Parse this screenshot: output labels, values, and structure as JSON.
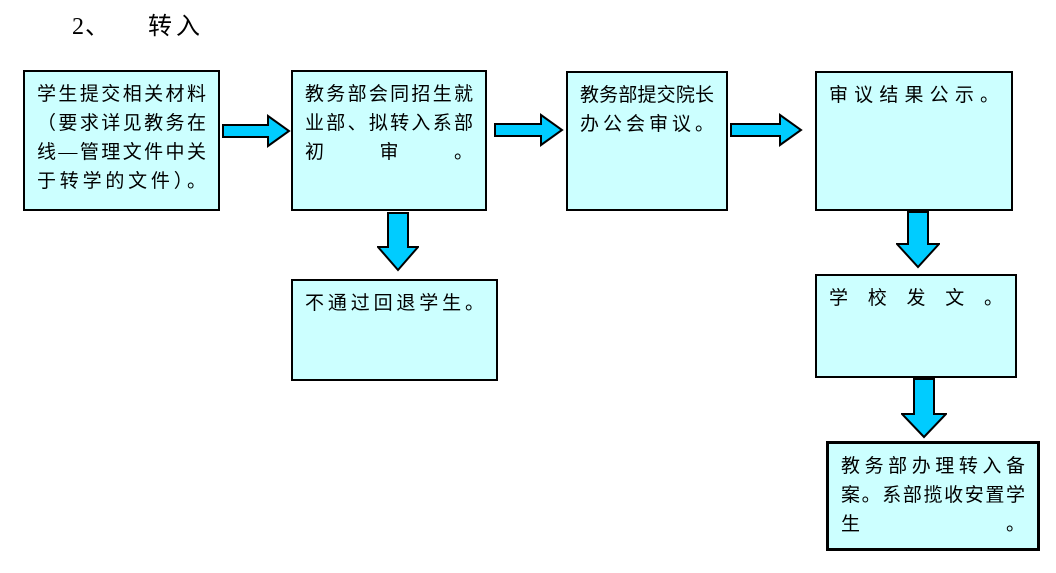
{
  "title": {
    "number": "2、",
    "text": "转入"
  },
  "colors": {
    "box_fill": "#ccffff",
    "arrow_fill": "#00ccff",
    "border": "#000000",
    "background": "#ffffff",
    "text": "#000000"
  },
  "flowchart": {
    "boxes": [
      {
        "id": "submit-materials",
        "text": "学生提交相关材料（要求详见教务在线—管理文件中关于转学的文件）。"
      },
      {
        "id": "initial-review",
        "text": "教务部会同招生就业部、拟转入系部初审。"
      },
      {
        "id": "dean-meeting",
        "text": "教务部提交院长办公会审议。"
      },
      {
        "id": "result-publicity",
        "text": "审议结果公示。"
      },
      {
        "id": "reject-return",
        "text": "不通过回退学生。"
      },
      {
        "id": "school-issue",
        "text": "学校发文。"
      },
      {
        "id": "filing-placement",
        "text": "教务部办理转入备案。系部揽收安置学生。"
      }
    ],
    "connections": [
      {
        "from": "submit-materials",
        "to": "initial-review",
        "direction": "right"
      },
      {
        "from": "initial-review",
        "to": "dean-meeting",
        "direction": "right"
      },
      {
        "from": "dean-meeting",
        "to": "result-publicity",
        "direction": "right"
      },
      {
        "from": "initial-review",
        "to": "reject-return",
        "direction": "down"
      },
      {
        "from": "result-publicity",
        "to": "school-issue",
        "direction": "down"
      },
      {
        "from": "school-issue",
        "to": "filing-placement",
        "direction": "down"
      }
    ]
  }
}
